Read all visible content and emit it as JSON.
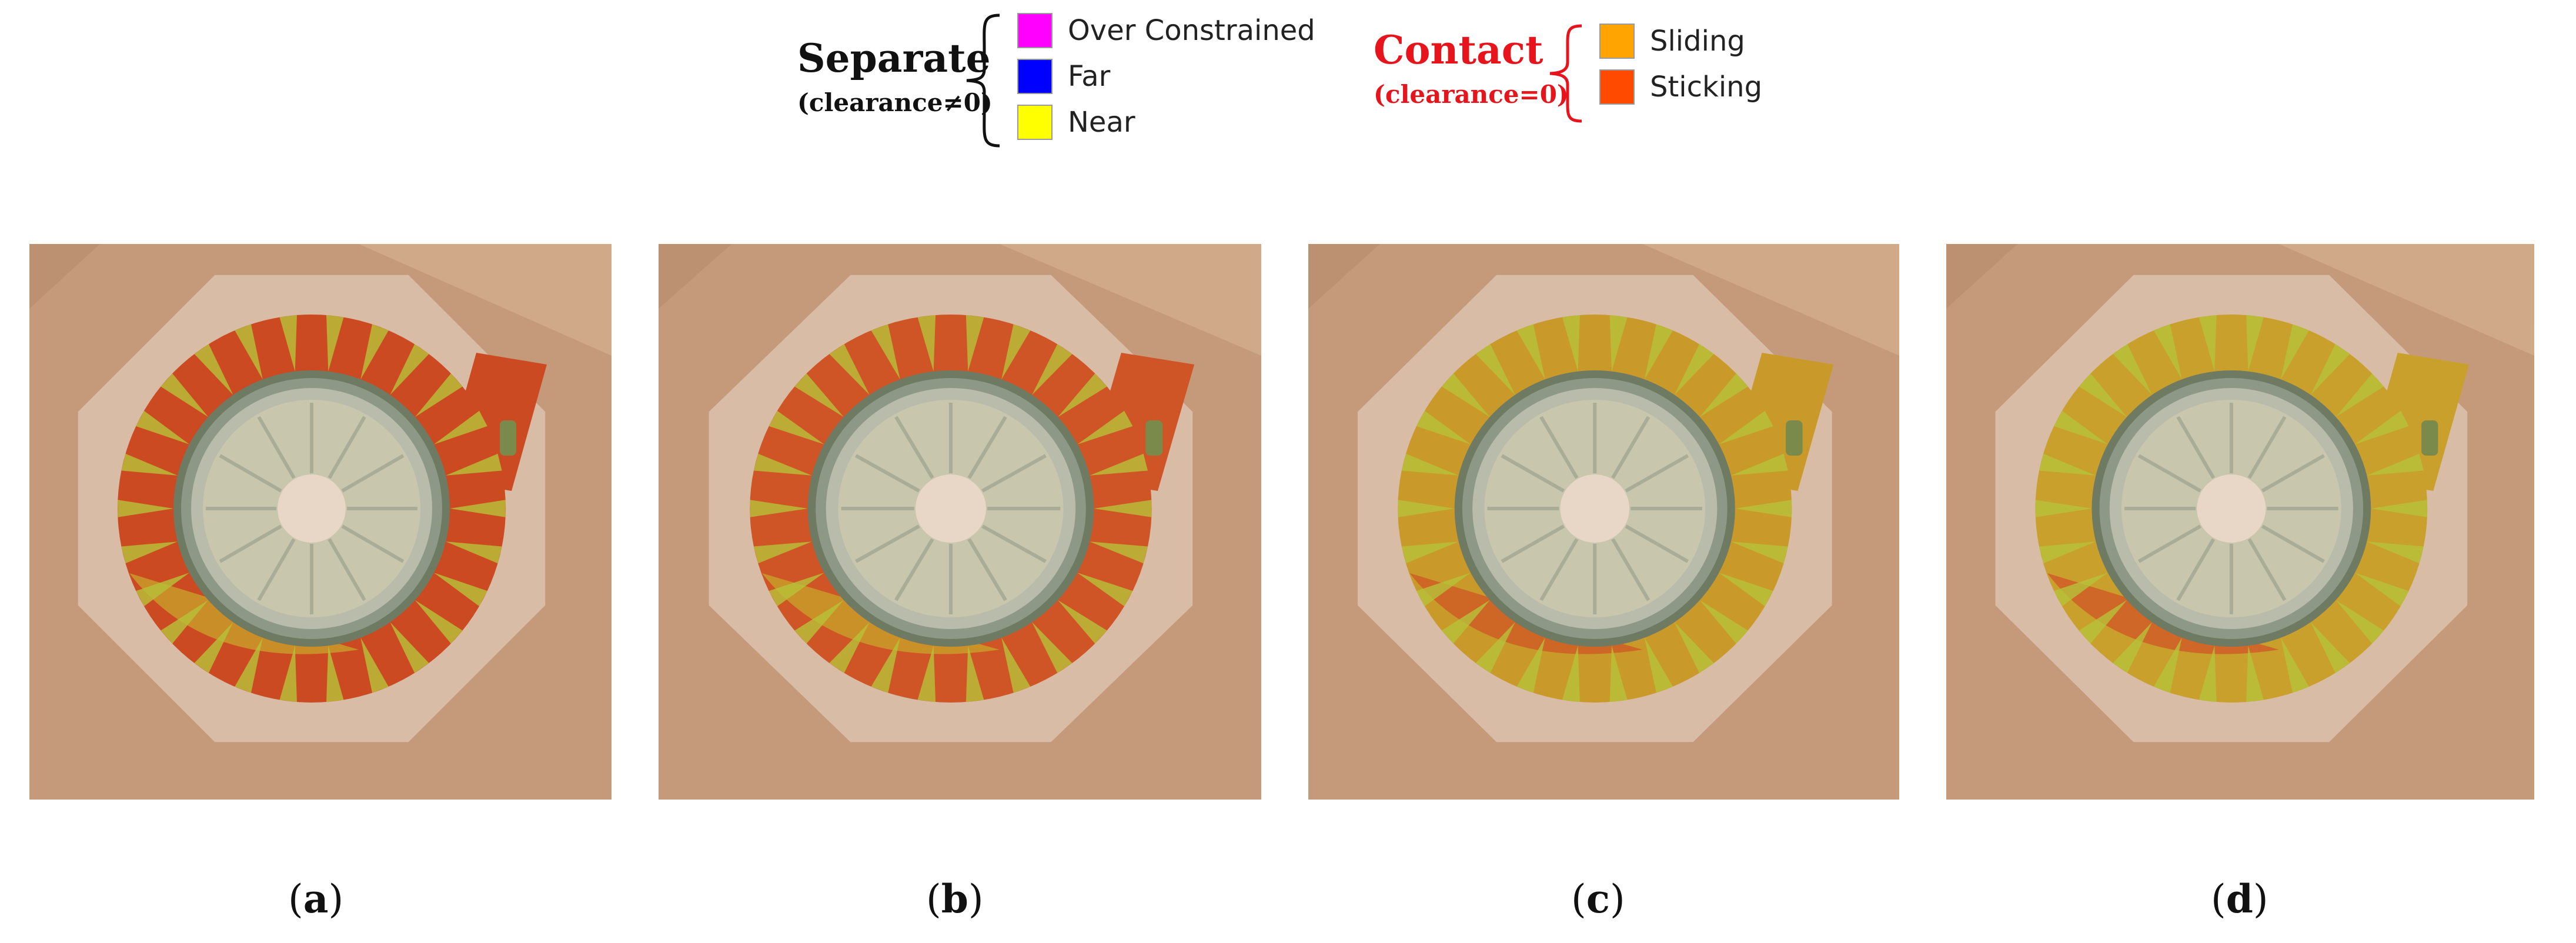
{
  "legend": {
    "separate": {
      "title": "Separate",
      "subtitle": "(clearance≠0)",
      "color": "#111111",
      "items": [
        {
          "label": "Over Constrained",
          "color": "#ff00ff"
        },
        {
          "label": "Far",
          "color": "#0000ff"
        },
        {
          "label": "Near",
          "color": "#ffff00"
        }
      ]
    },
    "contact": {
      "title": "Contact",
      "subtitle": "(clearance=0)",
      "color": "#e8141c",
      "items": [
        {
          "label": "Sliding",
          "color": "#ffa400"
        },
        {
          "label": "Sticking",
          "color": "#ff4a00"
        }
      ]
    }
  },
  "panels": [
    {
      "letter": "a",
      "scroll_color": "#cc4a22",
      "accent_color": "#c9a52b"
    },
    {
      "letter": "b",
      "scroll_color": "#cf5426",
      "accent_color": "#c9a52b"
    },
    {
      "letter": "c",
      "scroll_color": "#c99a2a",
      "accent_color": "#cf5426"
    },
    {
      "letter": "d",
      "scroll_color": "#c9a02c",
      "accent_color": "#cf5426"
    }
  ],
  "colors": {
    "background_tan": "#c49a7a",
    "pit_light": "#d8bca6",
    "runner_face": "#c9c6ae",
    "ring_dark": "#6f7a63"
  }
}
